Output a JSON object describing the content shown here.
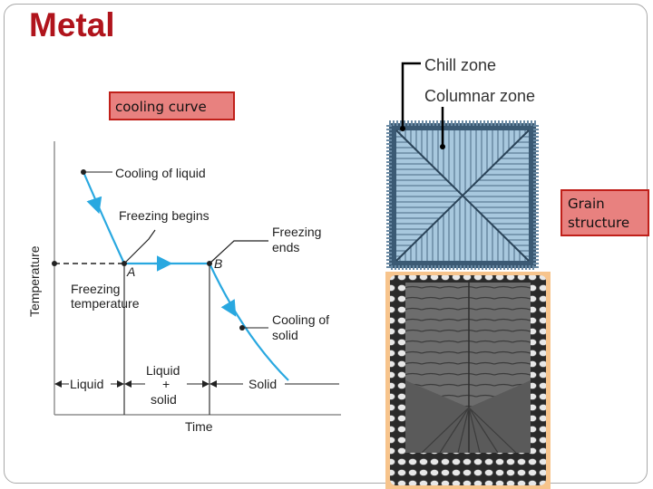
{
  "slide": {
    "title": "Metal"
  },
  "labels": {
    "cooling_curve": "cooling curve",
    "grain_structure": "Grain structure"
  },
  "cooling_diagram": {
    "y_axis": "Temperature",
    "x_axis": "Time",
    "cooling_of_liquid": "Cooling of liquid",
    "freezing_begins": "Freezing begins",
    "freezing_ends_1": "Freezing",
    "freezing_ends_2": "ends",
    "point_a": "A",
    "point_b": "B",
    "freezing_temp_1": "Freezing",
    "freezing_temp_2": "temperature",
    "cooling_of_solid_1": "Cooling of",
    "cooling_of_solid_2": "solid",
    "region_liquid": "Liquid",
    "region_mix_1": "Liquid",
    "region_mix_2": "+",
    "region_mix_3": "solid",
    "region_solid": "Solid"
  },
  "grain_diagram": {
    "chill_zone": "Chill zone",
    "columnar_zone": "Columnar zone"
  },
  "colors": {
    "title": "#b0141c",
    "curve": "#29a8e0",
    "tag_fill": "#e8817f",
    "tag_border": "#c0201a"
  }
}
